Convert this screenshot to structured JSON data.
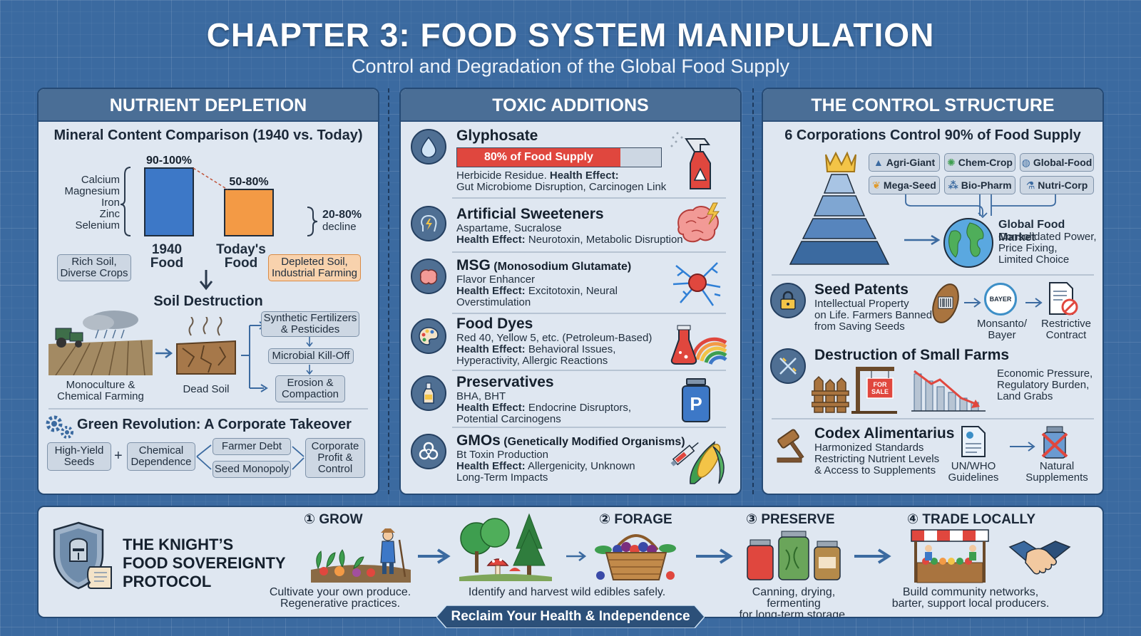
{
  "header": {
    "title": "CHAPTER 3: FOOD SYSTEM MANIPULATION",
    "subtitle": "Control and Degradation of the Global Food Supply"
  },
  "nutrient": {
    "heading": "NUTRIENT DEPLETION",
    "chart_title": "Mineral Content Comparison (1940 vs. Today)",
    "minerals": [
      "Calcium",
      "Magnesium",
      "Iron",
      "Zinc",
      "Selenium"
    ],
    "decline_value": "20-80%",
    "decline_word": "decline",
    "rich_soil": [
      "Rich Soil,",
      "Diverse Crops"
    ],
    "depleted_soil": [
      "Depleted Soil,",
      "Industrial Farming"
    ],
    "soil_title": "Soil Destruction",
    "monoculture": [
      "Monoculture &",
      "Chemical Farming"
    ],
    "dead_soil": "Dead Soil",
    "effects": [
      [
        "Synthetic Fertilizers",
        "& Pesticides"
      ],
      [
        "Microbial Kill-Off"
      ],
      [
        "Erosion &",
        "Compaction"
      ]
    ],
    "green_title": "Green Revolution: A Corporate Takeover",
    "high_yield": [
      "High-Yield",
      "Seeds"
    ],
    "plus": "+",
    "chemical_dep": [
      "Chemical",
      "Dependence"
    ],
    "farmer_debt": "Farmer Debt",
    "seed_monopoly": "Seed Monopoly",
    "corporate_profit": [
      "Corporate",
      "Profit &",
      "Control"
    ]
  },
  "chart_data": {
    "type": "bar",
    "title": "Mineral Content Comparison (1940 vs. Today)",
    "categories": [
      "1940 Food",
      "Today's Food"
    ],
    "category_lines": [
      [
        "1940",
        "Food"
      ],
      [
        "Today's",
        "Food"
      ]
    ],
    "value_labels": [
      "90-100%",
      "50-80%"
    ],
    "values": [
      95,
      65
    ],
    "ylim": [
      0,
      100
    ],
    "colors": [
      "#3d78c7",
      "#f39a45"
    ],
    "grid": false,
    "legend": "none"
  },
  "toxic": {
    "heading": "TOXIC ADDITIONS",
    "glyphosate": {
      "title": "Glyphosate",
      "bar_label": "80% of Food Supply",
      "bar_value": 0.8,
      "line1_plain": "Herbicide Residue. ",
      "line1_bold": "Health Effect:",
      "line2": "Gut Microbiome Disruption, Carcinogen Link"
    },
    "sweeteners": {
      "title": "Artificial Sweeteners",
      "line1": "Aspartame, Sucralose",
      "effect_label": "Health Effect:",
      "effect": " Neurotoxin, Metabolic Disruption"
    },
    "msg": {
      "title": "MSG",
      "title_small": " (Monosodium Glutamate)",
      "line1": "Flavor Enhancer",
      "effect_label": "Health Effect:",
      "effect": " Excitotoxin, Neural",
      "effect2": "Overstimulation"
    },
    "dyes": {
      "title": "Food Dyes",
      "line1": "Red 40, Yellow 5, etc. (Petroleum-Based)",
      "effect_label": "Health Effect:",
      "effect": " Behavioral Issues,",
      "effect2": "Hyperactivity, Allergic Reactions"
    },
    "preservatives": {
      "title": "Preservatives",
      "line1": "BHA, BHT",
      "effect_label": "Health Effect:",
      "effect": " Endocrine Disruptors,",
      "effect2": "Potential Carcinogens",
      "jar_letter": "P"
    },
    "gmos": {
      "title": "GMOs",
      "title_small": " (Genetically Modified Organisms)",
      "line1": "Bt Toxin Production",
      "effect_label": "Health Effect:",
      "effect": " Allergenicity, Unknown",
      "effect2": "Long-Term Impacts"
    }
  },
  "control": {
    "heading": "THE CONTROL STRUCTURE",
    "title": "6 Corporations Control 90% of Food Supply",
    "corps": [
      "Agri-Giant",
      "Chem-Crop",
      "Global-Food",
      "Mega-Seed",
      "Bio-Pharm",
      "Nutri-Corp"
    ],
    "market_title": "Global Food Market",
    "market_lines": [
      "Consolidated Power,",
      "Price Fixing,",
      "Limited Choice"
    ],
    "seed_title": "Seed Patents",
    "seed_lines": [
      "Intellectual Property",
      "on Life. Farmers Banned",
      "from Saving Seeds"
    ],
    "bayer_logo": [
      "BAYER"
    ],
    "monsanto": [
      "Monsanto/",
      "Bayer"
    ],
    "restrictive": [
      "Restrictive",
      "Contract"
    ],
    "farms_title": "Destruction of Small Farms",
    "for_sale": [
      "FOR",
      "SALE"
    ],
    "farm_lines": [
      "Economic Pressure,",
      "Regulatory Burden,",
      "Land Grabs"
    ],
    "codex_title": "Codex Alimentarius",
    "codex_lines": [
      "Harmonized Standards",
      "Restricting Nutrient Levels",
      "& Access to Supplements"
    ],
    "unwho": [
      "UN/WHO",
      "Guidelines"
    ],
    "natural": [
      "Natural",
      "Supplements"
    ]
  },
  "protocol": {
    "title_lines": [
      "THE KNIGHT’S",
      "FOOD SOVEREIGNTY",
      "PROTOCOL"
    ],
    "steps": [
      {
        "label": "① GROW",
        "lines": [
          "Cultivate your own produce.",
          "Regenerative practices."
        ]
      },
      {
        "label": "② FORAGE",
        "lines": [
          "Identify and harvest wild edibles safely."
        ]
      },
      {
        "label": "③ PRESERVE",
        "lines": [
          "Canning, drying, fermenting",
          "for long-term storage."
        ]
      },
      {
        "label": "④ TRADE LOCALLY",
        "lines": [
          "Build community networks,",
          "barter, support local producers."
        ]
      }
    ],
    "banner": "Reclaim Your Health & Independence"
  }
}
